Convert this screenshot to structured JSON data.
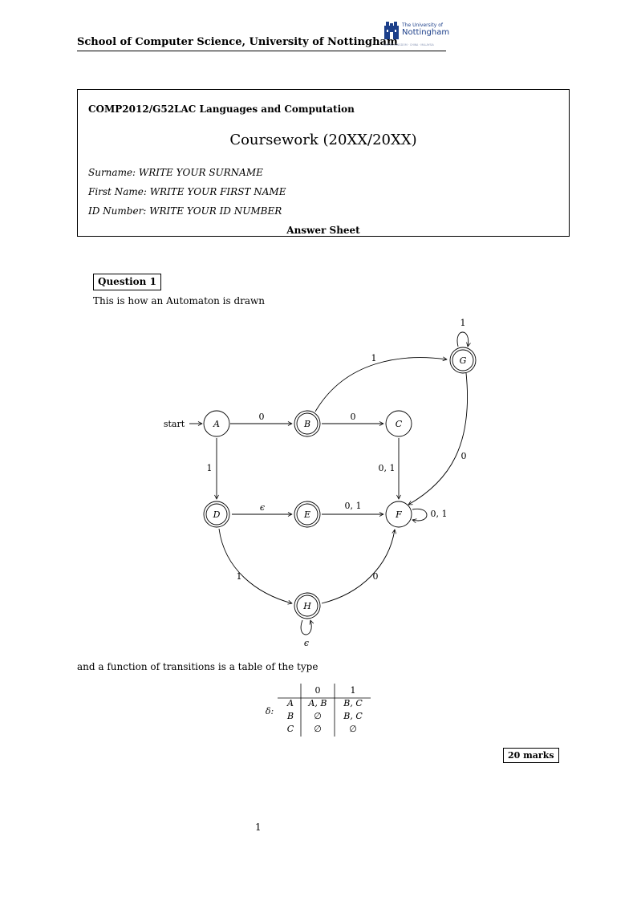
{
  "header": {
    "school": "School of Computer Science, University of Nottingham",
    "logo": {
      "line1": "The University of",
      "line2": "Nottingham",
      "line3": "UNITED KINGDOM · CHINA · MALAYSIA"
    }
  },
  "title_box": {
    "course": "COMP2012/G52LAC Languages and Computation",
    "title": "Coursework (20XX/20XX)",
    "surname": "Surname: WRITE YOUR SURNAME",
    "first_name": "First Name: WRITE YOUR FIRST NAME",
    "id_number": "ID Number: WRITE YOUR ID NUMBER",
    "answer_sheet": "Answer Sheet"
  },
  "question": {
    "label": "Question 1",
    "intro": "This is how an Automaton is drawn",
    "transition_intro": "and a function of transitions is a table of the type",
    "marks": "20 marks"
  },
  "automaton": {
    "start_label": "start",
    "states": [
      "A",
      "B",
      "C",
      "D",
      "E",
      "F",
      "G",
      "H"
    ],
    "accepting": [
      "B",
      "D",
      "E",
      "G",
      "H"
    ],
    "transitions": [
      {
        "from": "A",
        "to": "B",
        "label": "0"
      },
      {
        "from": "B",
        "to": "C",
        "label": "0"
      },
      {
        "from": "B",
        "to": "G",
        "label": "1"
      },
      {
        "from": "G",
        "to": "G",
        "label": "1"
      },
      {
        "from": "G",
        "to": "F",
        "label": "0"
      },
      {
        "from": "A",
        "to": "D",
        "label": "1"
      },
      {
        "from": "C",
        "to": "F",
        "label": "0, 1"
      },
      {
        "from": "D",
        "to": "E",
        "label": "ϵ"
      },
      {
        "from": "E",
        "to": "F",
        "label": "0, 1"
      },
      {
        "from": "F",
        "to": "F",
        "label": "0, 1"
      },
      {
        "from": "D",
        "to": "H",
        "label": "1"
      },
      {
        "from": "H",
        "to": "F",
        "label": "0"
      },
      {
        "from": "H",
        "to": "H",
        "label": "ϵ"
      }
    ]
  },
  "delta": {
    "symbol": "δ:",
    "columns": [
      "0",
      "1"
    ],
    "rows": [
      {
        "state": "A",
        "cells": [
          "A, B",
          "B, C"
        ]
      },
      {
        "state": "B",
        "cells": [
          "∅",
          "B, C"
        ]
      },
      {
        "state": "C",
        "cells": [
          "∅",
          "∅"
        ]
      }
    ]
  },
  "footer": {
    "page_number": "1"
  }
}
